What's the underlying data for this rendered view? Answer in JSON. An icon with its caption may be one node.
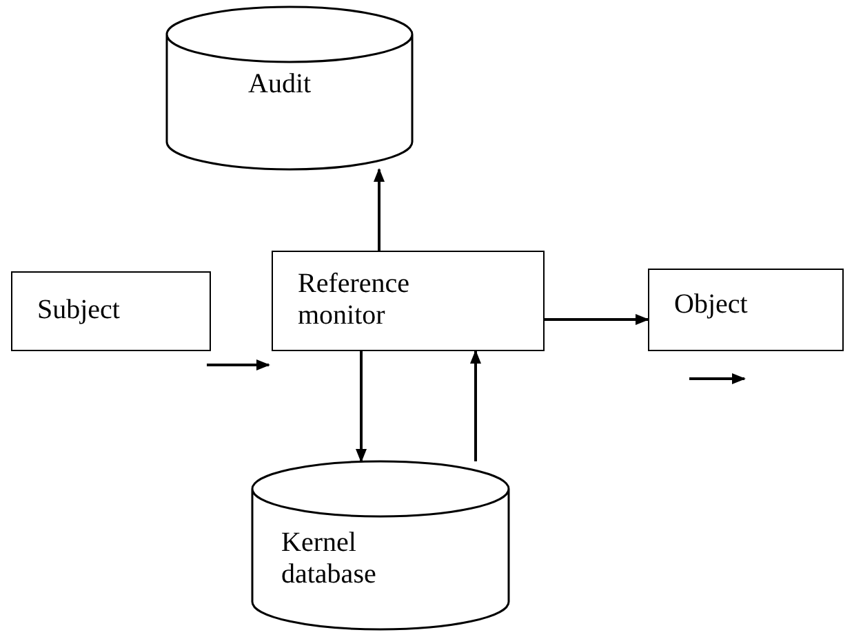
{
  "diagram": {
    "nodes": [
      {
        "text": [
          "Audit"
        ]
      },
      {
        "text": [
          "Subject"
        ]
      },
      {
        "text": [
          "Reference monitor"
        ]
      },
      {
        "text": [
          "Object"
        ]
      },
      {
        "text": [
          "Kernel database"
        ]
      }
    ],
    "edges": [
      {
        "from": 2,
        "to": 0,
        "arrow": "to"
      },
      {
        "from": 2,
        "to": 3,
        "arrow": "to"
      },
      {
        "from": 2,
        "to": 4,
        "arrow": "to"
      },
      {
        "from": 4,
        "to": 2,
        "arrow": "to"
      }
    ]
  }
}
